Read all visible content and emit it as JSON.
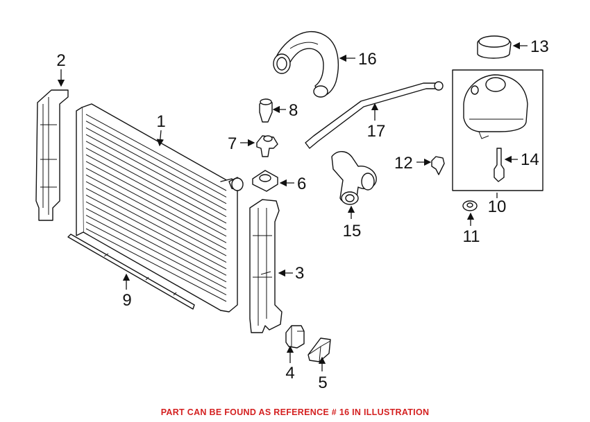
{
  "diagram": {
    "callouts": [
      {
        "id": "1",
        "label": "1"
      },
      {
        "id": "2",
        "label": "2"
      },
      {
        "id": "3",
        "label": "3"
      },
      {
        "id": "4",
        "label": "4"
      },
      {
        "id": "5",
        "label": "5"
      },
      {
        "id": "6",
        "label": "6"
      },
      {
        "id": "7",
        "label": "7"
      },
      {
        "id": "8",
        "label": "8"
      },
      {
        "id": "9",
        "label": "9"
      },
      {
        "id": "10",
        "label": "10"
      },
      {
        "id": "11",
        "label": "11"
      },
      {
        "id": "12",
        "label": "12"
      },
      {
        "id": "13",
        "label": "13"
      },
      {
        "id": "14",
        "label": "14"
      },
      {
        "id": "15",
        "label": "15"
      },
      {
        "id": "16",
        "label": "16"
      },
      {
        "id": "17",
        "label": "17"
      }
    ]
  },
  "footer": {
    "note": "PART CAN BE FOUND AS REFERENCE # 16 IN ILLUSTRATION",
    "color": "#d42020"
  }
}
